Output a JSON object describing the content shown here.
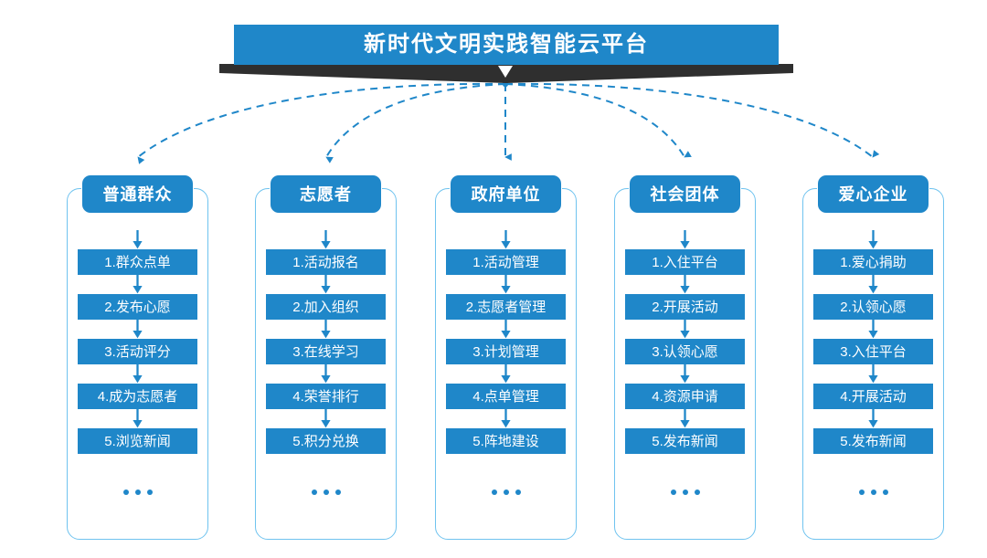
{
  "banner": {
    "title": "新时代文明实践智能云平台",
    "accent_color": "#1f87c9",
    "shadow_color": "#2f2f2f",
    "text_color": "#ffffff",
    "down_caret_icon": "caret-down-icon"
  },
  "diagram": {
    "type": "flow",
    "frame_border_color": "#6fc3ef",
    "connector_color": "#1f87c9",
    "connector_style": "dashed-curved-arrow",
    "ellipsis": "…",
    "columns": [
      {
        "id": "ordinary-public",
        "header": "普通群众",
        "items": [
          "1.群众点单",
          "2.发布心愿",
          "3.活动评分",
          "4.成为志愿者",
          "5.浏览新闻"
        ]
      },
      {
        "id": "volunteer",
        "header": "志愿者",
        "items": [
          "1.活动报名",
          "2.加入组织",
          "3.在线学习",
          "4.荣誉排行",
          "5.积分兑换"
        ]
      },
      {
        "id": "government-unit",
        "header": "政府单位",
        "items": [
          "1.活动管理",
          "2.志愿者管理",
          "3.计划管理",
          "4.点单管理",
          "5.阵地建设"
        ]
      },
      {
        "id": "social-group",
        "header": "社会团体",
        "items": [
          "1.入住平台",
          "2.开展活动",
          "3.认领心愿",
          "4.资源申请",
          "5.发布新闻"
        ]
      },
      {
        "id": "caring-enterprise",
        "header": "爱心企业",
        "items": [
          "1.爱心捐助",
          "2.认领心愿",
          "3.入住平台",
          "4.开展活动",
          "5.发布新闻"
        ]
      }
    ]
  }
}
